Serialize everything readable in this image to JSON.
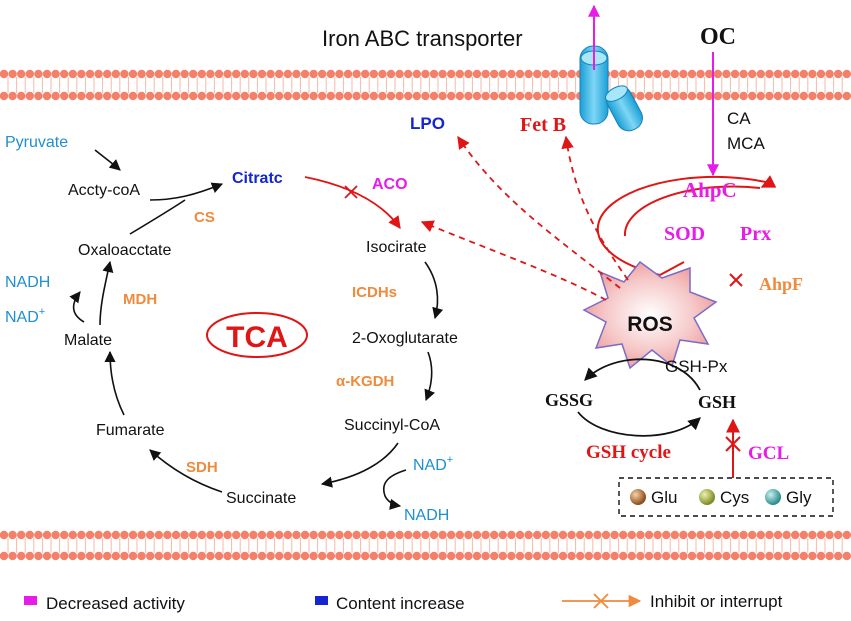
{
  "top": {
    "iron_transporter": "Iron  ABC transporter",
    "oc": "OC",
    "fet_b": "Fet B",
    "lpo": "LPO",
    "ca": "CA",
    "mca": "MCA"
  },
  "antioxidant": {
    "ahpc": "AhpC",
    "sod": "SOD",
    "prx": "Prx",
    "ahpf": "AhpF"
  },
  "tca": {
    "label": "TCA",
    "pyruvate": "Pyruvate",
    "acetyl_coa": "Accty-coA",
    "cs": "CS",
    "citrate": "Citratc",
    "aco": "ACO",
    "isocitrate": "Isocirate",
    "icdhs": "ICDHs",
    "oxoglutarate": "2-Oxoglutarate",
    "akgdh": "α-KGDH",
    "succinyl_coa": "Succinyl-CoA",
    "nad_in": "NAD",
    "nad_in_sup": "+",
    "nadh_out": "NADH",
    "succinate": "Succinate",
    "sdh": "SDH",
    "fumarate": "Fumarate",
    "malate": "Malate",
    "mdh": "MDH",
    "nadh_left": "NADH",
    "nad_left": "NAD",
    "nad_left_sup": "+",
    "oxaloacetate": "Oxaloacctate"
  },
  "gsh": {
    "ros": "ROS",
    "gsh_px": "GSH-Px",
    "gssg": "GSSG",
    "gsh": "GSH",
    "cycle": "GSH cycle",
    "gcl": "GCL",
    "glu": "Glu",
    "cys": "Cys",
    "gly": "Gly"
  },
  "legend": {
    "decreased": "Decreased activity",
    "increase": "Content increase",
    "inhibit": "Inhibit or interrupt"
  },
  "colors": {
    "magenta": "#e81ce8",
    "red": "#e01515",
    "orange": "#f08a3c",
    "blue": "#1525d0",
    "light_blue": "#1f8fd0",
    "membrane": "#f4806a"
  }
}
